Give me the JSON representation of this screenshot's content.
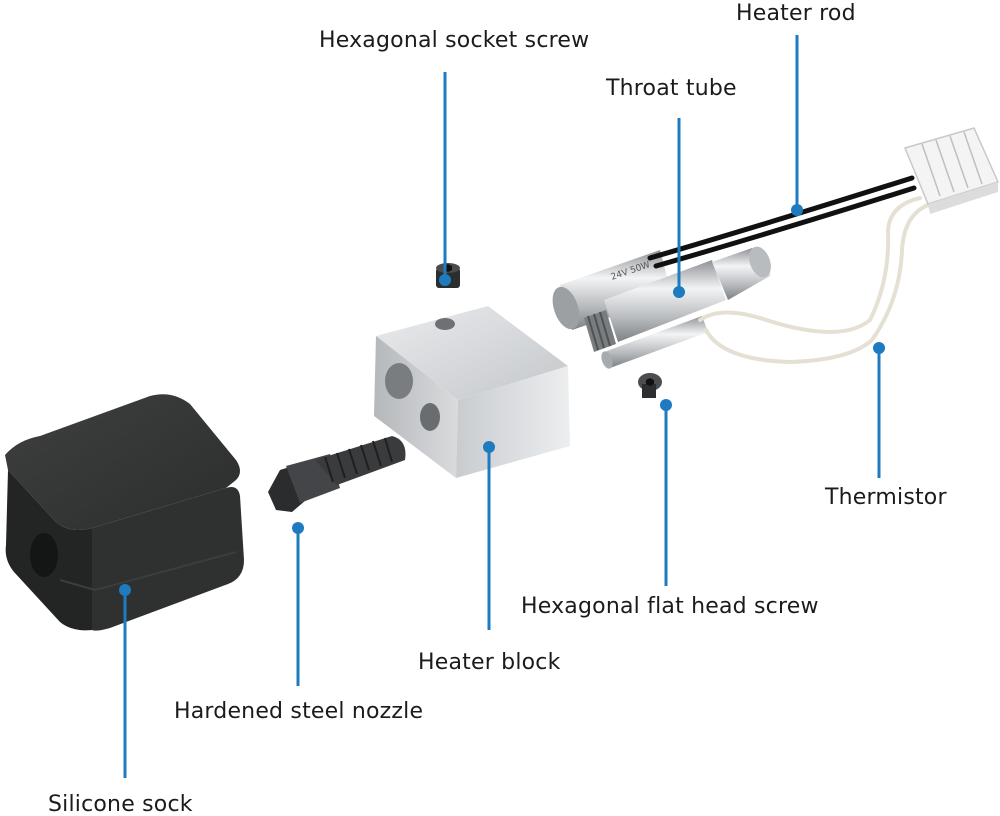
{
  "labels": {
    "heater_rod": "Heater rod",
    "hex_socket_screw": "Hexagonal socket screw",
    "throat_tube": "Throat tube",
    "thermistor": "Thermistor",
    "hex_flat_head_screw": "Hexagonal flat head screw",
    "heater_block": "Heater block",
    "hardened_steel_nozzle": "Hardened steel nozzle",
    "silicone_sock": "Silicone sock"
  },
  "colors": {
    "callout": "#1f7bc0",
    "text": "#1b1b1b",
    "sock": "#2a2b2a",
    "block": "#c9cccf",
    "nozzle": "#3a3b3d",
    "metal": "#c4c6c8",
    "wire_black": "#111111",
    "wire_white": "#e7e4d9",
    "connector": "#f2f2f2"
  }
}
